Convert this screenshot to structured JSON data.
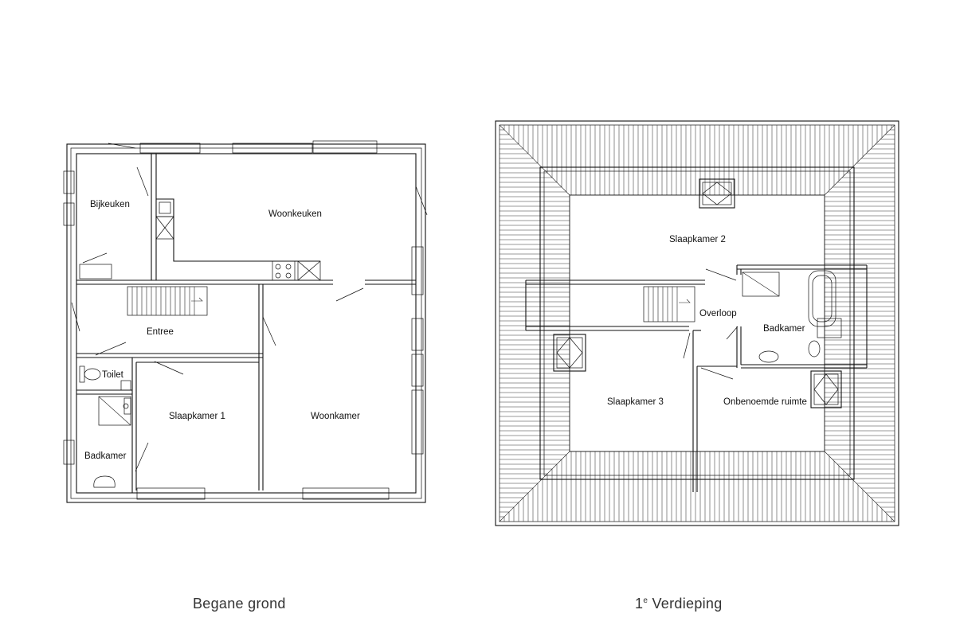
{
  "ground_floor": {
    "caption": "Begane grond",
    "rooms": {
      "bijkeuken": "Bijkeuken",
      "woonkeuken": "Woonkeuken",
      "entree": "Entree",
      "toilet": "Toilet",
      "slaapkamer1": "Slaapkamer 1",
      "woonkamer": "Woonkamer",
      "badkamer": "Badkamer"
    }
  },
  "first_floor": {
    "caption_prefix": "1",
    "caption_sup": "e",
    "caption_rest": " Verdieping",
    "rooms": {
      "slaapkamer2": "Slaapkamer 2",
      "overloop": "Overloop",
      "badkamer": "Badkamer",
      "slaapkamer3": "Slaapkamer 3",
      "onbenoemde": "Onbenoemde ruimte"
    }
  },
  "colors": {
    "line": "#111111",
    "caption": "#333333"
  }
}
